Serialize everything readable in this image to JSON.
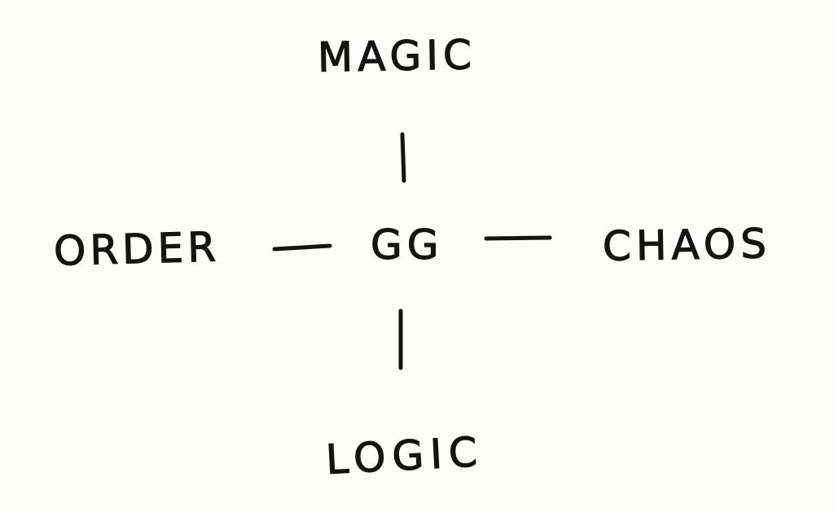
{
  "diagram": {
    "nodes": {
      "top": "MAGIC",
      "left": "ORDER",
      "center": "GG",
      "right": "CHAOS",
      "bottom": "LOGIC"
    },
    "edges": [
      {
        "from": "GG",
        "to": "MAGIC"
      },
      {
        "from": "GG",
        "to": "ORDER"
      },
      {
        "from": "GG",
        "to": "CHAOS"
      },
      {
        "from": "GG",
        "to": "LOGIC"
      }
    ],
    "ink_color": "#141414"
  }
}
